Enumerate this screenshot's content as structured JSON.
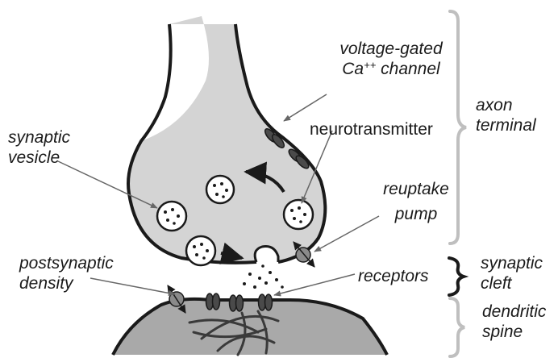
{
  "labels": {
    "vgc_line1": "voltage-gated",
    "vgc_ca": "Ca",
    "vgc_sup": "++",
    "vgc_channel": " channel",
    "neurotransmitter": "neurotransmitter",
    "synaptic_vesicle_1": "synaptic",
    "synaptic_vesicle_2": "vesicle",
    "reuptake_1": "reuptake",
    "reuptake_2": "pump",
    "psd_1": "postsynaptic",
    "psd_2": "density",
    "receptors": "receptors",
    "axon_1": "axon",
    "axon_2": "terminal",
    "cleft_1": "synaptic",
    "cleft_2": "cleft",
    "spine_1": "dendritic",
    "spine_2": "spine"
  },
  "colors": {
    "terminal_fill": "#d4d4d4",
    "spine_fill": "#a9a9a9",
    "outline": "#1a1a1a",
    "channel": "#4a4a4a",
    "pump": "#8a8a8a",
    "brace": "#bfbfbf",
    "pointer": "#666666"
  }
}
